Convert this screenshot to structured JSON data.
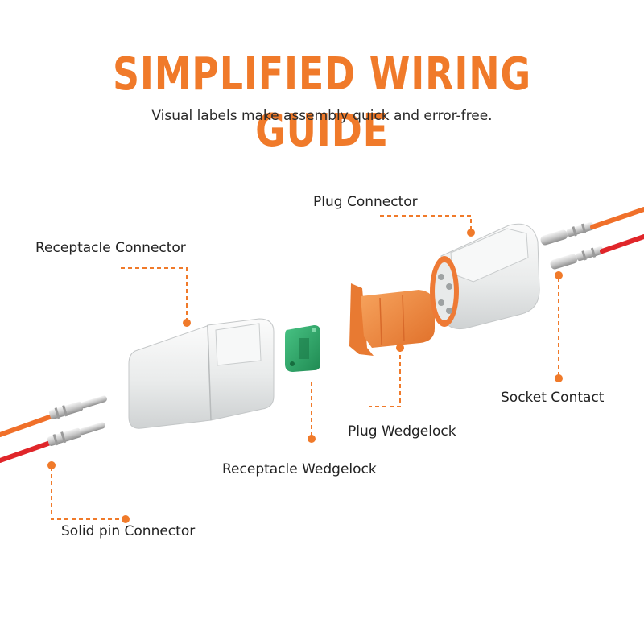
{
  "header": {
    "title": "SIMPLIFIED WIRING GUIDE",
    "subtitle": "Visual labels make assembly quick and error-free."
  },
  "labels": {
    "plug_connector": "Plug Connector",
    "receptacle_connector": "Receptacle Connector",
    "socket_contact": "Socket Contact",
    "plug_wedgelock": "Plug Wedgelock",
    "receptacle_wedgelock": "Receptacle Wedgelock",
    "solid_pin_connector": "Solid pin Connector"
  },
  "colors": {
    "accent": "#f07a2a",
    "wire_red": "#e0262a",
    "wire_orange": "#f0702a",
    "housing_white": "#eceeee",
    "wedgelock_green": "#2fa86a",
    "wedgelock_orange": "#f0883a",
    "metal": "#c8c8c8"
  }
}
